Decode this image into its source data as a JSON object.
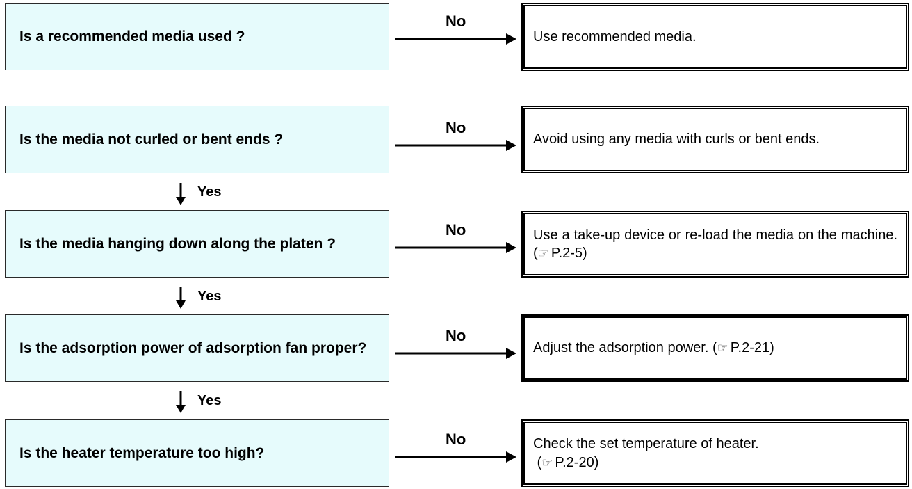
{
  "labels": {
    "no": "No",
    "yes": "Yes"
  },
  "steps": [
    {
      "question": "Is a recommended media used ?",
      "answer": "Use recommended media."
    },
    {
      "question": "Is the media not curled or bent ends ?",
      "answer": "Avoid using any media with curls or bent ends."
    },
    {
      "question": "Is the media hanging down along the platen ?",
      "answer": "Use a take-up device or re-load the media on the machine.",
      "ref": "P.2-5"
    },
    {
      "question": "Is the adsorption power of adsorption fan proper?",
      "answer": "Adjust the adsorption power.",
      "ref": "P.2-21"
    },
    {
      "question": "Is the heater temperature too high?",
      "answer": "Check the set temperature of heater.",
      "ref": "P.2-20"
    }
  ],
  "ref_icon": "pointing-hand-icon",
  "colors": {
    "question_fill": "#e6fbfc",
    "border": "#000000"
  }
}
